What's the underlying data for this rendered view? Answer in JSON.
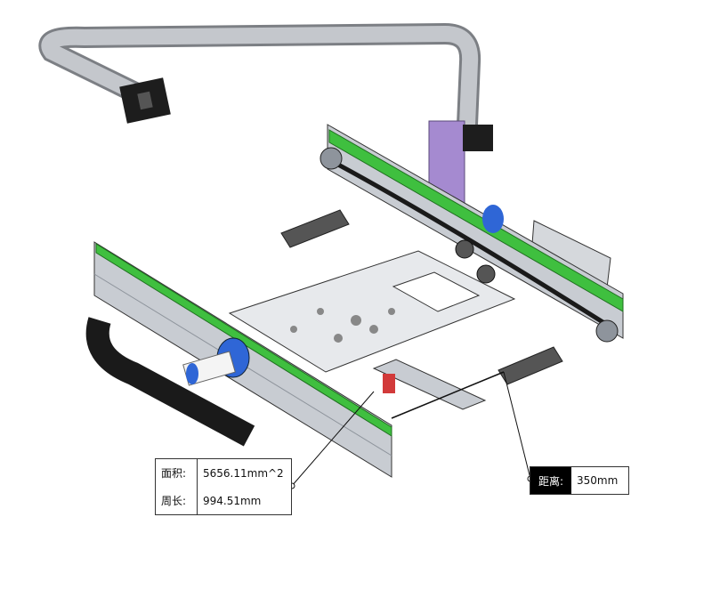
{
  "measure_area": {
    "area_label": "面积:",
    "area_value": "5656.11mm^2",
    "perimeter_label": "周长:",
    "perimeter_value": "994.51mm"
  },
  "measure_distance": {
    "label": "距离:",
    "value": "350mm"
  },
  "colors": {
    "frame": "#c8ccd2",
    "frame_dark": "#8e949c",
    "green_strip": "#3fbf3f",
    "purple_bracket": "#a58ad0",
    "blue_bearing": "#2f66d6",
    "red_block": "#d23a3a",
    "pipe": "#b5b8bd",
    "chain": "#1a1a1a"
  }
}
